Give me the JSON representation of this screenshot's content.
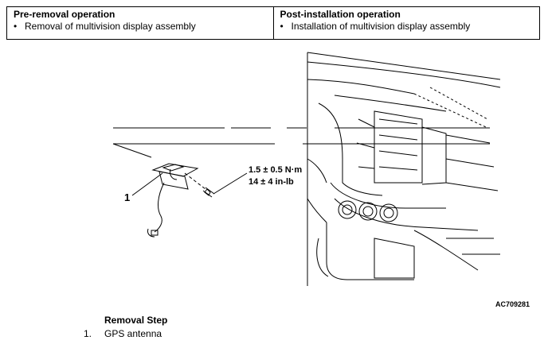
{
  "operations_table": {
    "pre_removal": {
      "heading": "Pre-removal operation",
      "items": [
        "Removal of multivision display assembly"
      ]
    },
    "post_installation": {
      "heading": "Post-installation operation",
      "items": [
        "Installation of multivision display assembly"
      ]
    }
  },
  "figure": {
    "torque_line_1": "1.5 ± 0.5 N·m",
    "torque_line_2": "14 ± 4 in-lb",
    "callout_1": "1",
    "figure_code": "AC709281"
  },
  "removal_steps": {
    "title": "Removal Step",
    "steps": [
      {
        "number": "1.",
        "name": "GPS antenna"
      }
    ]
  }
}
